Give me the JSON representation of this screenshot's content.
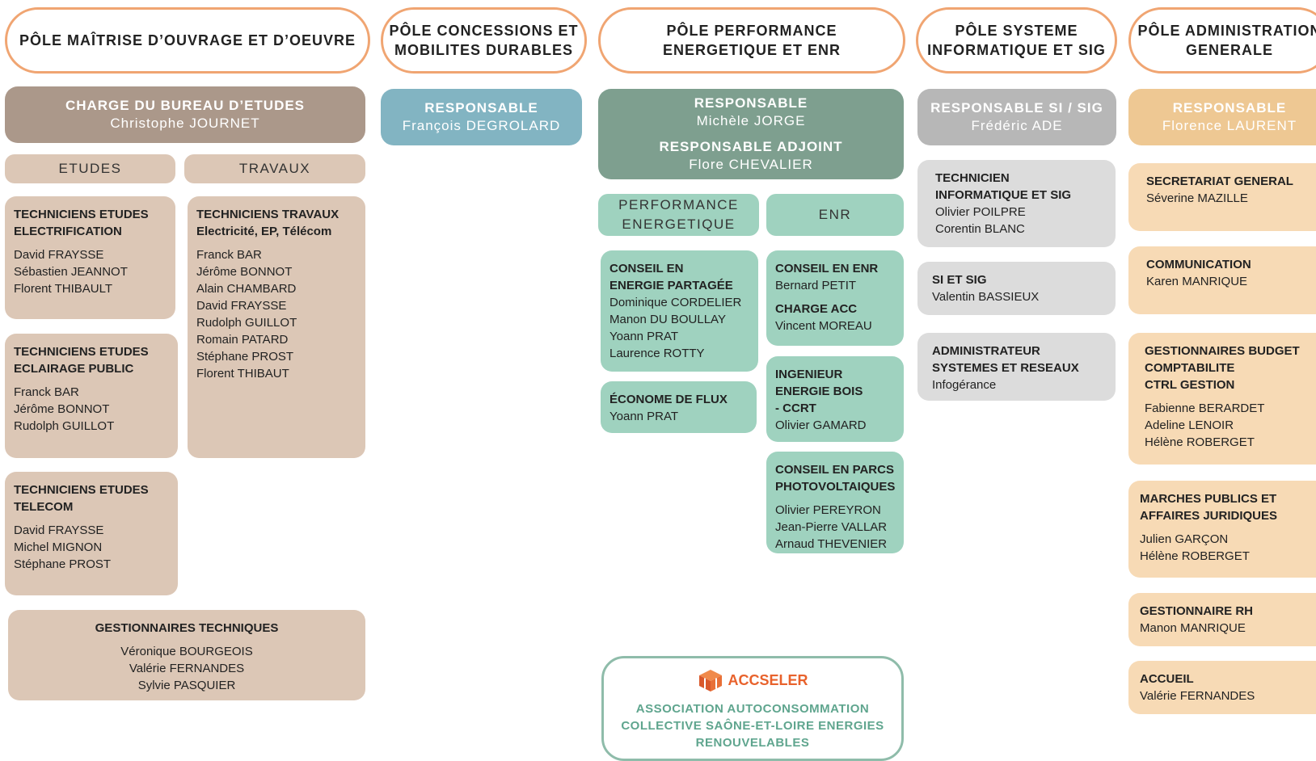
{
  "poles": [
    "PÔLE MAÎTRISE D’OUVRAGE ET D’OEUVRE",
    "PÔLE CONCESSIONS ET\nMOBILITES DURABLES",
    "PÔLE PERFORMANCE\nENERGETIQUE ET ENR",
    "PÔLE SYSTEME\nINFORMATIQUE ET SIG",
    "PÔLE ADMINISTRATION\nGENERALE"
  ],
  "col1": {
    "resp_title": "CHARGE DU BUREAU D’ETUDES",
    "resp_name": "Christophe JOURNET",
    "sub_etudes": "ETUDES",
    "sub_travaux": "TRAVAUX",
    "cards": [
      {
        "title": "TECHNICIENS ETUDES\nELECTRIFICATION",
        "lines": "David FRAYSSE\nSébastien JEANNOT\nFlorent THIBAULT"
      },
      {
        "title": "TECHNICIENS TRAVAUX\nElectricité, EP, Télécom",
        "lines": "Franck BAR\nJérôme BONNOT\nAlain CHAMBARD\nDavid FRAYSSE\nRudolph GUILLOT\nRomain PATARD\nStéphane PROST\nFlorent THIBAUT"
      },
      {
        "title": "TECHNICIENS ETUDES\nECLAIRAGE PUBLIC",
        "lines": "Franck BAR\nJérôme BONNOT\nRudolph GUILLOT"
      },
      {
        "title": "TECHNICIENS ETUDES\nTELECOM",
        "lines": "David FRAYSSE\nMichel MIGNON\nStéphane PROST"
      },
      {
        "title": "GESTIONNAIRES TECHNIQUES",
        "lines": "Véronique BOURGEOIS\nValérie FERNANDES\nSylvie PASQUIER"
      }
    ]
  },
  "col2": {
    "resp_title": "RESPONSABLE",
    "resp_name": "François DEGROLARD"
  },
  "col3": {
    "resp_title": "RESPONSABLE",
    "resp_name": "Michèle JORGE",
    "adj_title": "RESPONSABLE ADJOINT",
    "adj_name": "Flore CHEVALIER",
    "sub_perf": "PERFORMANCE\nENERGETIQUE",
    "sub_enr": "ENR",
    "cards": [
      {
        "title": "CONSEIL EN\nENERGIE PARTAGÉE",
        "lines": "Dominique CORDELIER\nManon DU BOULLAY\nYoann PRAT\nLaurence ROTTY"
      },
      {
        "title": "ÉCONOME DE FLUX",
        "lines": "Yoann PRAT"
      },
      {
        "title": "CONSEIL EN ENR",
        "lines": "Bernard PETIT"
      },
      {
        "title": "CHARGE ACC",
        "lines": "Vincent MOREAU"
      },
      {
        "title": "INGENIEUR\nENERGIE BOIS\n- CCRT",
        "lines": "Olivier GAMARD"
      },
      {
        "title": "CONSEIL EN PARCS\nPHOTOVOLTAIQUES",
        "lines": "Olivier PEREYRON\nJean-Pierre VALLAR\nArnaud THEVENIER"
      }
    ],
    "accseler_logo": "ACCSELER",
    "accseler_text": "ASSOCIATION AUTOCONSOMMATION\nCOLLECTIVE SAÔNE-ET-LOIRE ENERGIES\nRENOUVELABLES"
  },
  "col4": {
    "resp_title": "RESPONSABLE SI / SIG",
    "resp_name": "Frédéric ADE",
    "cards": [
      {
        "title": "TECHNICIEN\nINFORMATIQUE ET SIG",
        "lines": "Olivier POILPRE\nCorentin BLANC"
      },
      {
        "title": "SI ET SIG",
        "lines": "Valentin BASSIEUX"
      },
      {
        "title": "ADMINISTRATEUR\nSYSTEMES ET RESEAUX",
        "lines": "Infogérance"
      }
    ]
  },
  "col5": {
    "resp_title": "RESPONSABLE",
    "resp_name": "Florence LAURENT",
    "cards": [
      {
        "title": "SECRETARIAT GENERAL",
        "lines": "Séverine MAZILLE"
      },
      {
        "title": "COMMUNICATION",
        "lines": "Karen MANRIQUE"
      },
      {
        "title": "GESTIONNAIRES BUDGET\nCOMPTABILITE\nCTRL GESTION",
        "lines": "Fabienne BERARDET\nAdeline LENOIR\nHélène ROBERGET"
      },
      {
        "title": "MARCHES PUBLICS ET\nAFFAIRES JURIDIQUES",
        "lines": "Julien GARÇON\nHélène ROBERGET"
      },
      {
        "title": "GESTIONNAIRE RH",
        "lines": "Manon MANRIQUE"
      },
      {
        "title": "ACCUEIL",
        "lines": "Valérie FERNANDES"
      }
    ]
  }
}
